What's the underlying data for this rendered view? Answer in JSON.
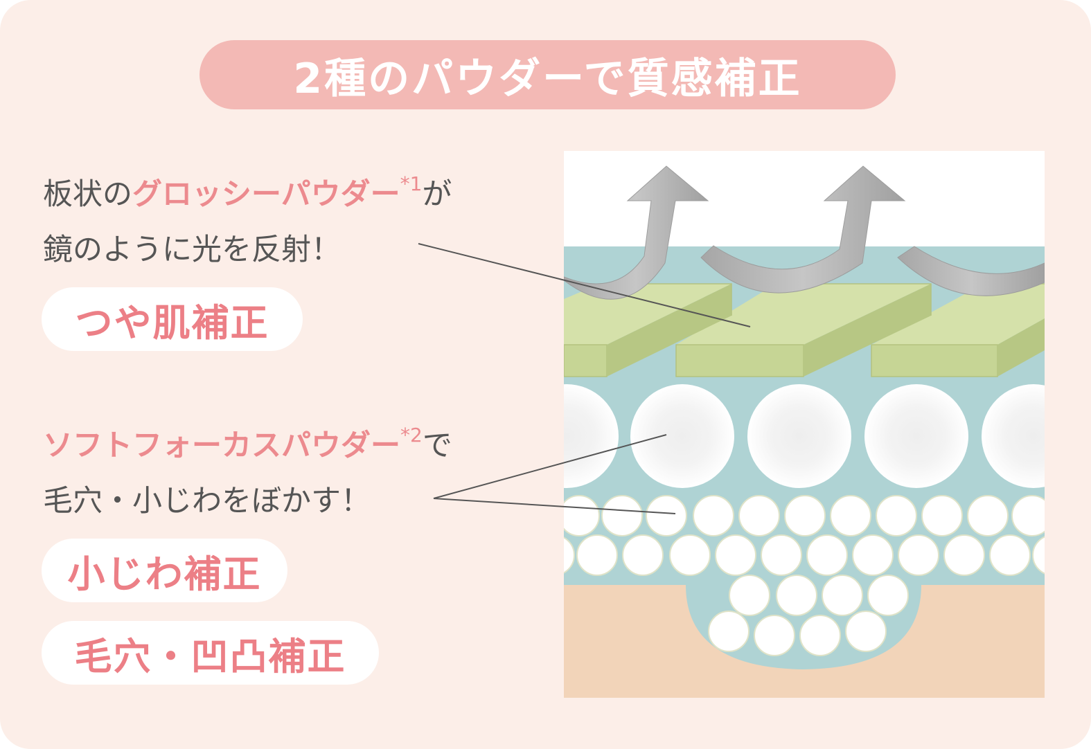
{
  "title": "2種のパウダーで質感補正",
  "glossy": {
    "line1_prefix": "板状の",
    "line1_powder": "グロッシーパウダー",
    "line1_note": "*1",
    "line1_suffix": "が",
    "line2": "鏡のように光を反射！",
    "badge": "つや肌補正"
  },
  "soft_focus": {
    "line1_powder": "ソフトフォーカスパウダー",
    "line1_note": "*2",
    "line1_suffix": "で",
    "line2": "毛穴・小じわをぼかす！",
    "badge1": "小じわ補正",
    "badge2": "毛穴・凹凸補正"
  },
  "colors": {
    "background": "#fceee8",
    "title_pill": "#f3b9b5",
    "accent_pink": "#ec8a8e",
    "layer_blue": "#afd3d4",
    "plate_green": "#c6d595",
    "skin": "#f2d4b9",
    "arrow_gray": "#b3b3b3"
  }
}
